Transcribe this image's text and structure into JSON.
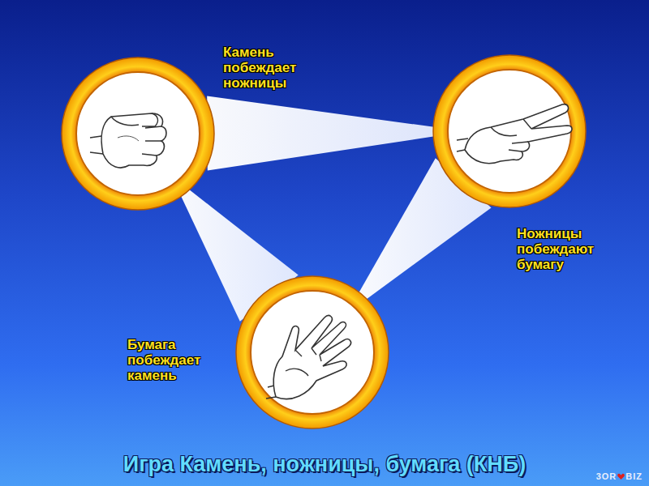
{
  "diagram": {
    "title": "Игра Камень, ножницы, бумага (КНБ)",
    "nodes": [
      {
        "text": [
          "Камень побеждает ножницы"
        ]
      },
      {
        "text": [
          "Ножницы побеждают бумагу"
        ]
      },
      {
        "text": [
          "Бумага побеждает камень"
        ]
      }
    ],
    "edges": [
      {
        "from": 0,
        "to": 1,
        "arrow": "none"
      },
      {
        "from": 1,
        "to": 2,
        "arrow": "none"
      },
      {
        "from": 2,
        "to": 0,
        "arrow": "none"
      }
    ],
    "labels": [
      "3OR",
      "BIZ"
    ]
  }
}
